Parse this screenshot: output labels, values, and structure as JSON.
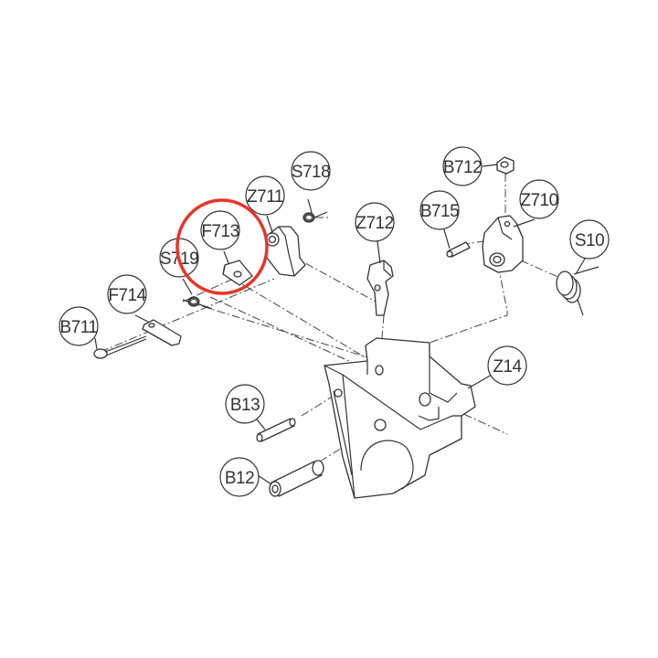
{
  "labels": {
    "S718": "S718",
    "Z711": "Z711",
    "F713": "F713",
    "S719": "S719",
    "F714": "F714",
    "B711": "B711",
    "Z712": "Z712",
    "B712": "B712",
    "B715": "B715",
    "Z710": "Z710",
    "S10": "S10",
    "Z14": "Z14",
    "B13": "B13",
    "B12": "B12"
  },
  "highlight": {
    "target": "F713",
    "color": "#e8342a"
  },
  "colors": {
    "line": "#333333",
    "background": "#ffffff"
  }
}
